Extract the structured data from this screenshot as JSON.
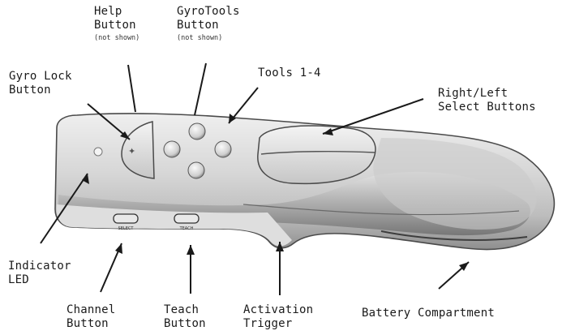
{
  "colors": {
    "background": "#ffffff",
    "device_body": "#d8d8d8",
    "device_shadow": "#8c8c8c",
    "ink": "#1a1a1a"
  },
  "labels": {
    "help_button": {
      "line1": "Help",
      "line2": "Button",
      "note": "(not shown)"
    },
    "gyrotools_button": {
      "line1": "GyroTools",
      "line2": "Button",
      "note": "(not shown)"
    },
    "gyro_lock_button": {
      "line1": "Gyro Lock",
      "line2": "Button"
    },
    "tools": {
      "line1": "Tools 1-4"
    },
    "select_buttons": {
      "line1": "Right/Left",
      "line2": "Select Buttons"
    },
    "indicator_led": {
      "line1": "Indicator",
      "line2": "LED"
    },
    "channel_button": {
      "line1": "Channel",
      "line2": "Button"
    },
    "teach_button": {
      "line1": "Teach",
      "line2": "Button"
    },
    "activation_trigger": {
      "line1": "Activation",
      "line2": "Trigger"
    },
    "battery_compartment": {
      "line1": "Battery Compartment"
    }
  },
  "device_markings": {
    "channel": "SELECT",
    "teach": "TEACH"
  }
}
